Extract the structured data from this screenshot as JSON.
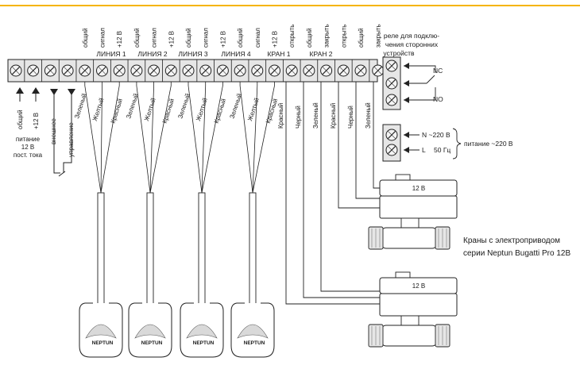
{
  "accent_color": "#f5b400",
  "terminal_labels": [
    "общий",
    "сигнал",
    "+12 В",
    "общий",
    "сигнал",
    "+12 В",
    "общий",
    "сигнал",
    "+12 В",
    "общий",
    "сигнал",
    "+12 В",
    "открыть",
    "общий",
    "закрыть",
    "открыть",
    "общий",
    "закрыть"
  ],
  "group_labels": [
    "ЛИНИЯ 1",
    "ЛИНИЯ 2",
    "ЛИНИЯ 3",
    "ЛИНИЯ 4",
    "КРАН 1",
    "КРАН 2"
  ],
  "relay_title": [
    "реле для подклю-",
    "чения сторонних",
    "устройств"
  ],
  "relay_nc": "NC",
  "relay_no": "NO",
  "power_n": "N ~220 В",
  "power_l": "L",
  "power_freq": "50 Гц",
  "power_label": "питание ~220 В",
  "left_labels": {
    "common": "общий",
    "plus12": "+12 В",
    "external": "внешнее",
    "control": "управление"
  },
  "power_dc": [
    "питание",
    "12 В",
    "пост. тока"
  ],
  "sensor_wires": [
    "Зеленый",
    "Желтый",
    "Красный"
  ],
  "valve_wires_1": [
    "Красный",
    "Черный",
    "Зеленый"
  ],
  "valve_wires_2": [
    "Красный",
    "Черный",
    "Зеленый"
  ],
  "valve_voltage": "12 В",
  "sensor_brand": "NEPTUN",
  "caption": [
    "Краны с электроприводом",
    "серии Neptun Bugatti Pro 12В"
  ]
}
